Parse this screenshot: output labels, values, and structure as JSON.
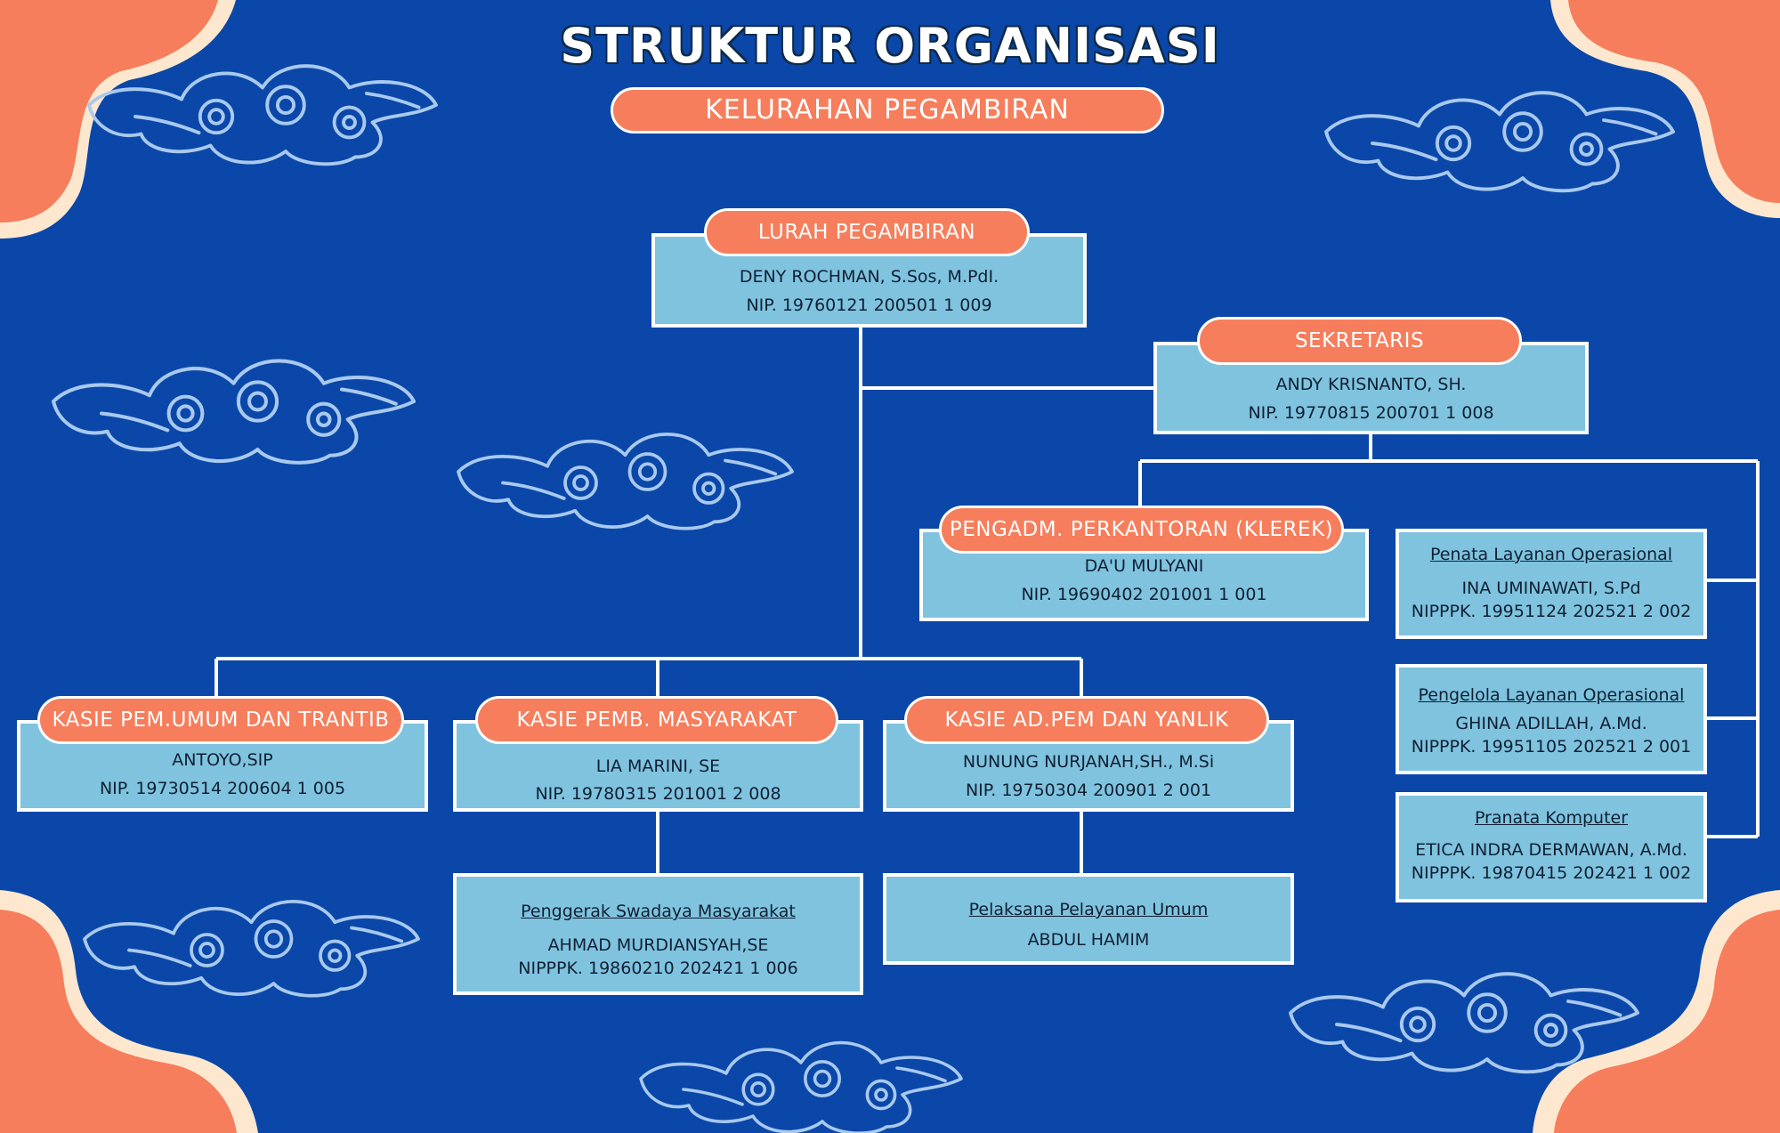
{
  "header": {
    "title": "STRUKTUR ORGANISASI",
    "subtitle": "KELURAHAN PEGAMBIRAN"
  },
  "colors": {
    "background": "#0a47a8",
    "accent": "#f67e5c",
    "box": "#7fc3df",
    "line": "#ffffff",
    "cream": "#fde8cf"
  },
  "org": {
    "lurah": {
      "position": "LURAH PEGAMBIRAN",
      "name": "DENY ROCHMAN, S.Sos, M.PdI.",
      "nip": "NIP. 19760121 200501 1 009"
    },
    "sekretaris": {
      "position": "SEKRETARIS",
      "name": "ANDY KRISNANTO, SH.",
      "nip": "NIP. 19770815 200701 1 008"
    },
    "klerek": {
      "position": "PENGADM. PERKANTORAN (KLEREK)",
      "name": "DA'U MULYANI",
      "nip": "NIP. 19690402 201001 1 001"
    },
    "penata": {
      "position": "Penata Layanan Operasional",
      "name": "INA UMINAWATI, S.Pd",
      "nip": "NIPPPK. 19951124 202521 2 002"
    },
    "pengelola": {
      "position": "Pengelola Layanan Operasional",
      "name": "GHINA ADILLAH, A.Md.",
      "nip": "NIPPPK. 19951105 202521 2 001"
    },
    "pranata": {
      "position": "Pranata Komputer",
      "name": "ETICA INDRA DERMAWAN, A.Md.",
      "nip": "NIPPPK. 19870415 202421 1 002"
    },
    "kasie_pemum": {
      "position": "KASIE PEM.UMUM DAN TRANTIB",
      "name": "ANTOYO,SIP",
      "nip": "NIP. 19730514 200604 1 005"
    },
    "kasie_pemb": {
      "position": "KASIE PEMB. MASYARAKAT",
      "name": "LIA MARINI, SE",
      "nip": "NIP. 19780315 201001 2 008"
    },
    "kasie_adpem": {
      "position": "KASIE AD.PEM DAN YANLIK",
      "name": "NUNUNG NURJANAH,SH., M.Si",
      "nip": "NIP. 19750304 200901 2 001"
    },
    "penggerak": {
      "position": "Penggerak Swadaya Masyarakat",
      "name": "AHMAD MURDIANSYAH,SE",
      "nip": "NIPPPK. 19860210 202421 1 006"
    },
    "pelaksana": {
      "position": "Pelaksana Pelayanan Umum",
      "name": "ABDUL HAMIM"
    }
  }
}
